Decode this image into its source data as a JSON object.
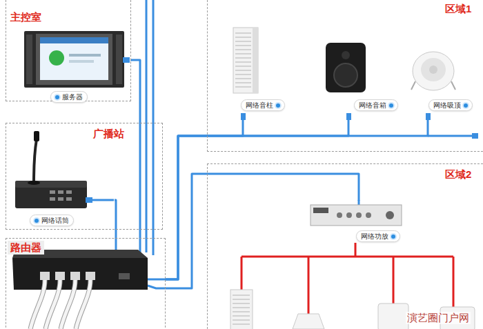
{
  "diagram": {
    "nodes": [
      {
        "text": [
          "主控室"
        ]
      },
      {
        "text": [
          "服务器"
        ],
        "in": 0
      },
      {
        "text": [
          "区域1"
        ]
      },
      {
        "text": [
          "网络音柱"
        ],
        "in": 2
      },
      {
        "text": [
          "网络音箱"
        ],
        "in": 2
      },
      {
        "text": [
          "网络吸顶"
        ],
        "in": 2
      },
      {
        "text": [
          "广播站"
        ]
      },
      {
        "text": [
          "网络话筒"
        ],
        "in": 6
      },
      {
        "text": [
          "区域2"
        ]
      },
      {
        "text": [
          "网络功放"
        ],
        "in": 8
      },
      {
        "text": [
          "路由器"
        ]
      }
    ],
    "edges": [
      {
        "from": 1,
        "to": 10,
        "arrow": "none"
      },
      {
        "from": 7,
        "to": 10,
        "arrow": "none"
      },
      {
        "from": 10,
        "to": 3,
        "arrow": "none"
      },
      {
        "from": 10,
        "to": 4,
        "arrow": "none"
      },
      {
        "from": 10,
        "to": 5,
        "arrow": "none"
      },
      {
        "from": 10,
        "to": 9,
        "arrow": "none"
      }
    ],
    "labels": [
      "演艺圈门户网"
    ]
  }
}
